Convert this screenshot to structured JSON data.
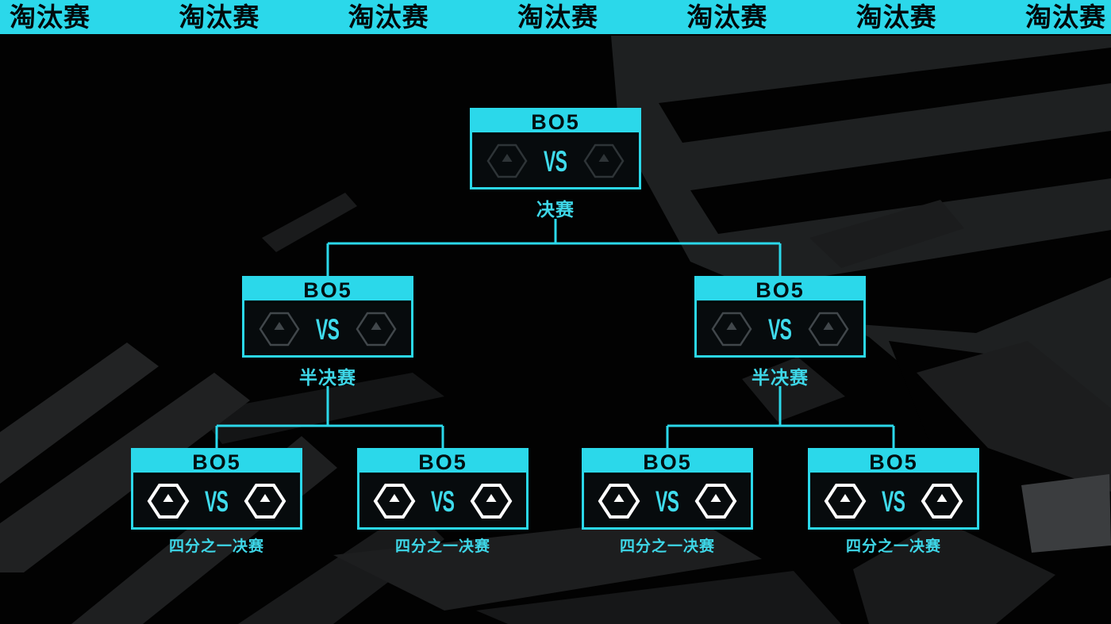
{
  "banner": {
    "items": [
      "淘汰赛",
      "淘汰赛",
      "淘汰赛",
      "淘汰赛",
      "淘汰赛",
      "淘汰赛",
      "淘汰赛"
    ]
  },
  "colors": {
    "accent_cyan": "#2bd8ea",
    "panel_black": "#070b0d",
    "banner_text_black": "#020a0c",
    "tbd_hex_white": "#ffffff",
    "tbd_hex_dim": "#41474b"
  },
  "bracket": {
    "final": {
      "format": "BO5",
      "vs": "VS",
      "label": "决赛",
      "teams": [
        {
          "icon": "tbd-hexagon"
        },
        {
          "icon": "tbd-hexagon"
        }
      ]
    },
    "semifinals": [
      {
        "format": "BO5",
        "vs": "VS",
        "label": "半决赛",
        "teams": [
          {
            "icon": "tbd-hexagon"
          },
          {
            "icon": "tbd-hexagon"
          }
        ]
      },
      {
        "format": "BO5",
        "vs": "VS",
        "label": "半决赛",
        "teams": [
          {
            "icon": "tbd-hexagon"
          },
          {
            "icon": "tbd-hexagon"
          }
        ]
      }
    ],
    "quarterfinals": [
      {
        "format": "BO5",
        "vs": "VS",
        "label": "四分之一决赛",
        "teams": [
          {
            "icon": "tbd-hexagon"
          },
          {
            "icon": "tbd-hexagon"
          }
        ]
      },
      {
        "format": "BO5",
        "vs": "VS",
        "label": "四分之一决赛",
        "teams": [
          {
            "icon": "tbd-hexagon"
          },
          {
            "icon": "tbd-hexagon"
          }
        ]
      },
      {
        "format": "BO5",
        "vs": "VS",
        "label": "四分之一决赛",
        "teams": [
          {
            "icon": "tbd-hexagon"
          },
          {
            "icon": "tbd-hexagon"
          }
        ]
      },
      {
        "format": "BO5",
        "vs": "VS",
        "label": "四分之一决赛",
        "teams": [
          {
            "icon": "tbd-hexagon"
          },
          {
            "icon": "tbd-hexagon"
          }
        ]
      }
    ]
  }
}
